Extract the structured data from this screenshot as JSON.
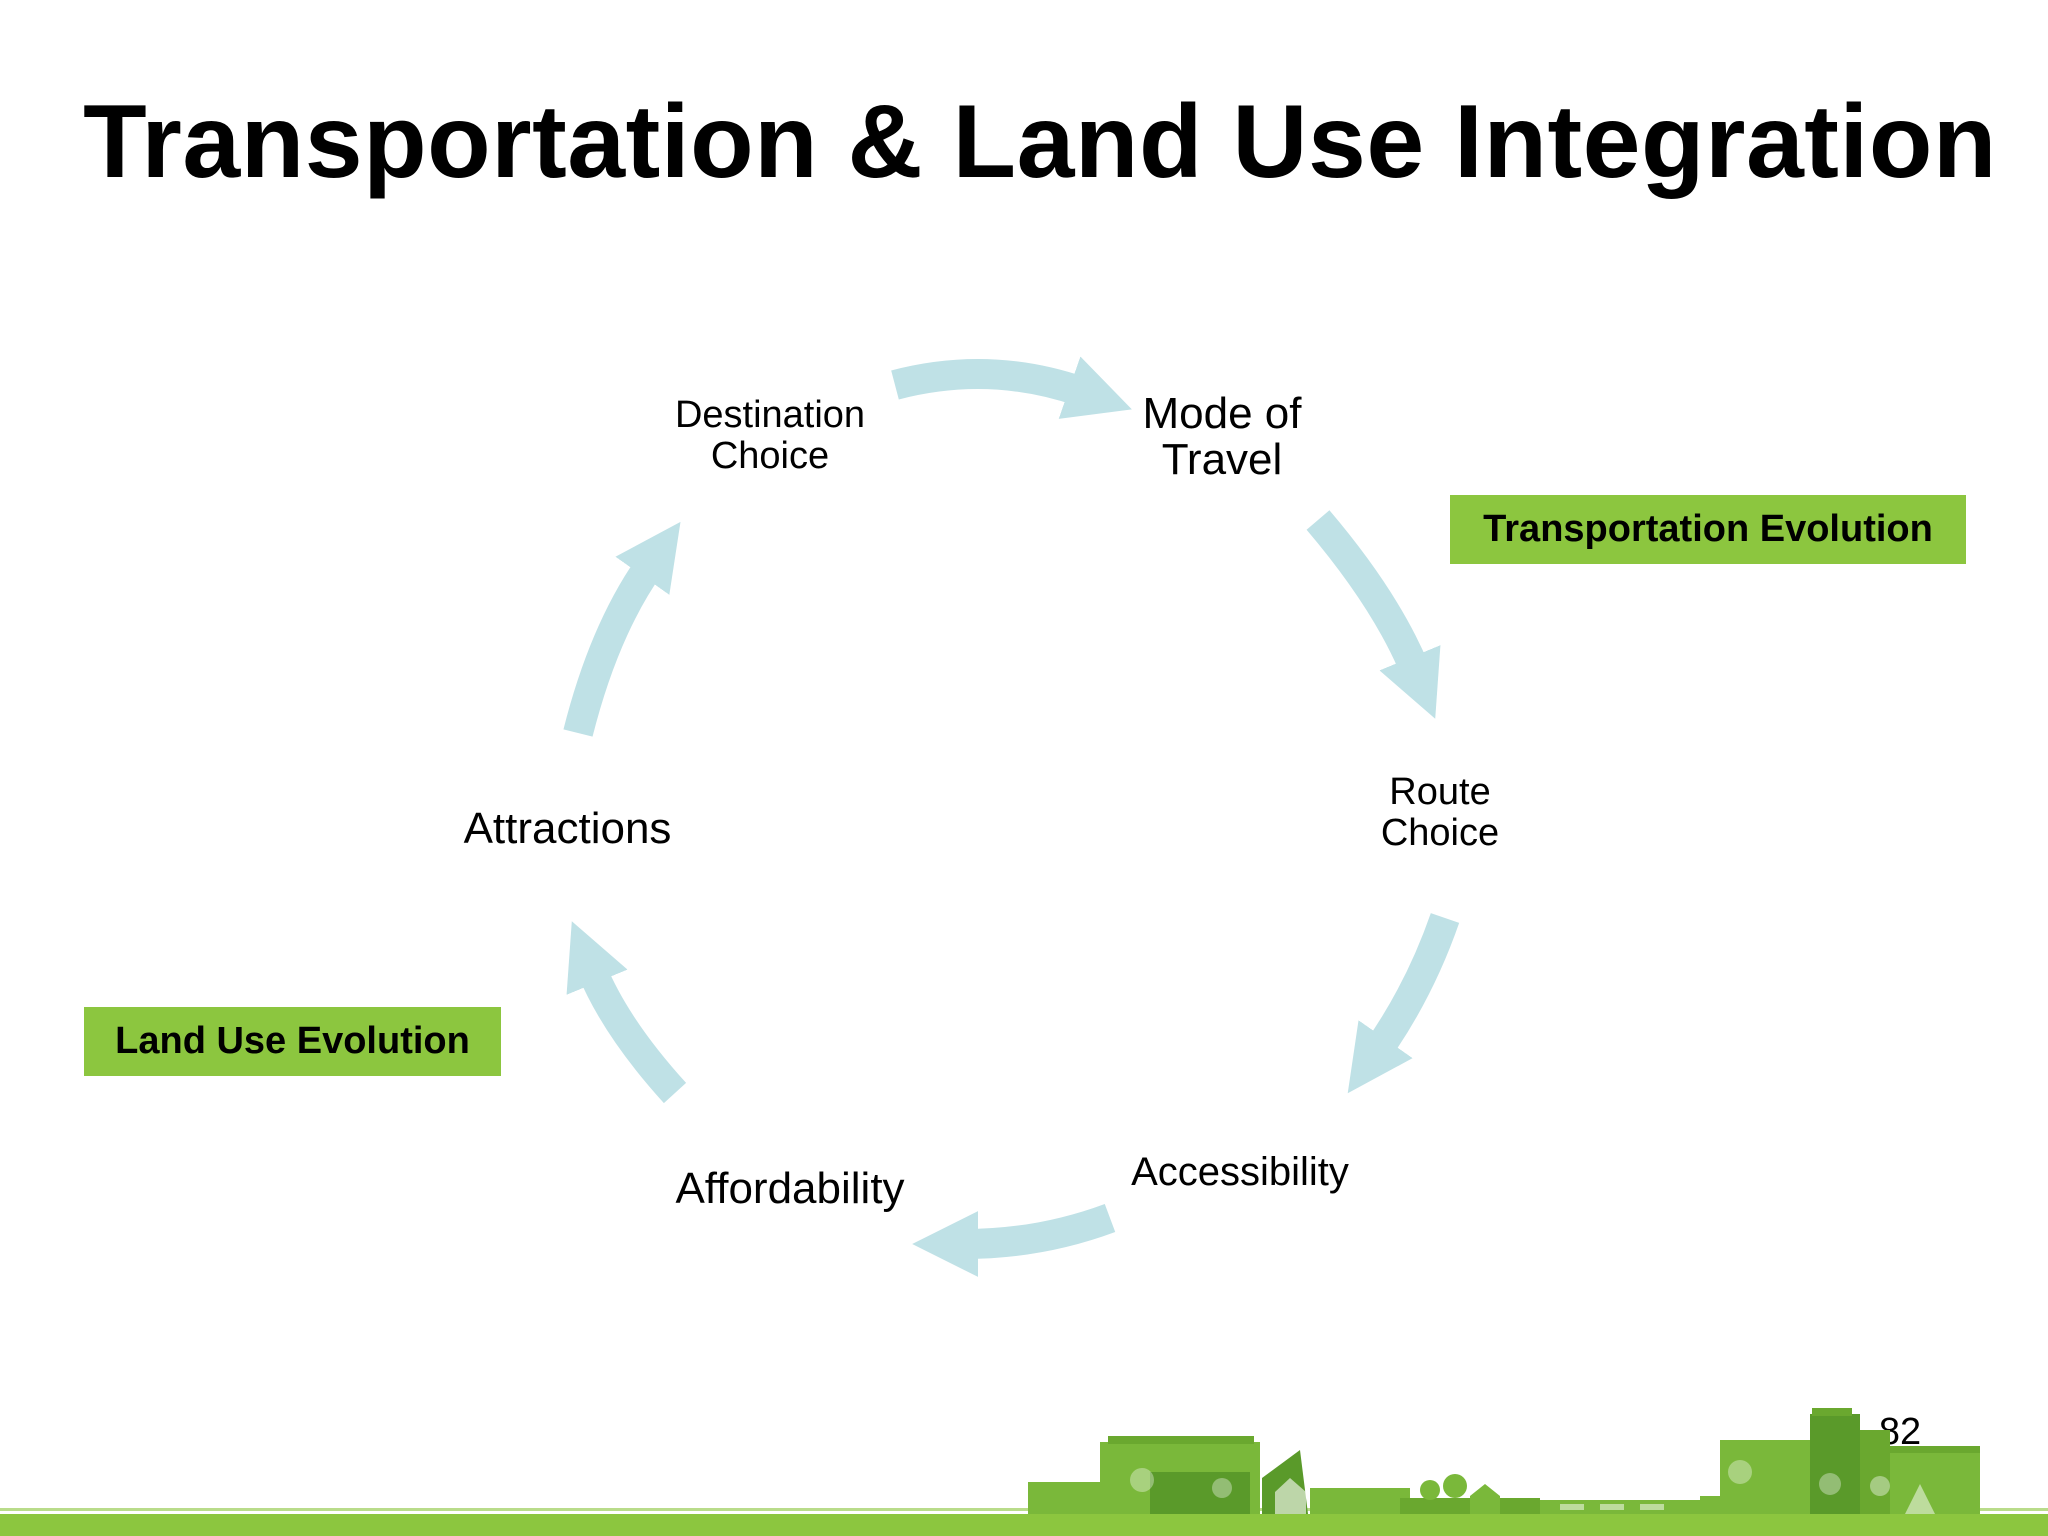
{
  "slide": {
    "title": "Transportation & Land Use Integration",
    "page_number": "82"
  },
  "cycle": {
    "nodes": {
      "destination_choice": [
        "Destination",
        "Choice"
      ],
      "mode_of_travel": [
        "Mode of",
        "Travel"
      ],
      "route_choice": [
        "Route",
        "Choice"
      ],
      "accessibility": "Accessibility",
      "affordability": "Affordability",
      "attractions": "Attractions"
    },
    "arrow_color": "#bfe1e6"
  },
  "tags": {
    "transportation_evolution": "Transportation Evolution",
    "land_use_evolution": "Land Use Evolution",
    "tag_color": "#8cc63f"
  },
  "footer": {
    "accent_color": "#8cc63f",
    "dark_color": "#5a9a2a"
  }
}
